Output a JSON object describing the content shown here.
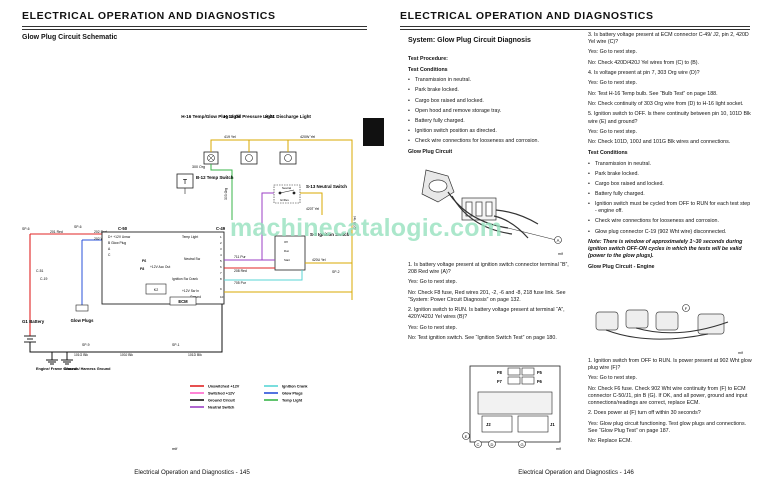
{
  "header": {
    "left_title": "ELECTRICAL   OPERATION AND DIAGNOSTICS",
    "right_title": "ELECTRICAL   OPERATION AND DIAGNOSTICS"
  },
  "left": {
    "section_title": "Glow Plug Circuit Schematic",
    "footer": "Electrical   Operation and Diagnostics - 145",
    "schematic": {
      "indicators": [
        "H-16 Temp/Glow Plug Light",
        "H-18 Oil Pressure Light",
        "H-31 Discharge Light"
      ],
      "wires_top": [
        "419 Yel",
        "420W Yel",
        "300 Org",
        "420T Yel",
        "420R Yel",
        "420U Yel",
        "303 Org"
      ],
      "b12": "B-12 Temp Switch",
      "s13": "S-13 Neutral Switch",
      "s3": "S-3 Ignition Switch",
      "s3_positions": [
        "Off",
        "Run",
        "Start"
      ],
      "s13_labels": [
        "Neutral",
        "Gr/Rev"
      ],
      "c50": "C-50",
      "c49": "C-49",
      "sp6": "SP-6",
      "sp2": "SP-2",
      "c51": "C-51",
      "c19": "C-19",
      "f6": "F6",
      "f8": "F8",
      "wires_left": [
        "201 Red",
        "202 Red",
        "202 Wht",
        "208 Red",
        "711 Pur",
        "705 Pur"
      ],
      "ecm_pins_left": [
        "D+ +12V Unsw",
        "B Glow Plug",
        "A",
        "C"
      ],
      "ecm_funcs": [
        "Temp Light",
        "Neutral Sw",
        "+12V Acc Out",
        "Ignition Sw Crank",
        "+12V Sw In",
        "Ground"
      ],
      "ecm_pin_numbers": [
        "1",
        "2",
        "3",
        "4",
        "5",
        "6",
        "7",
        "8",
        "9",
        "10"
      ],
      "ecm_label": "ECM",
      "k2": "K2",
      "glow_plugs": "Glow Plugs",
      "battery": "G1 Battery",
      "ground_labels": [
        "Engine/ Frame Ground",
        "Chassis/ Harness Ground"
      ],
      "sp_bottom": [
        "SP-9",
        "SP-1"
      ],
      "wires_bottom": [
        "101G Blk",
        "100J Blk",
        "101D Blk"
      ],
      "legend": [
        {
          "label": "Unswitched +12V",
          "color": "#e02424"
        },
        {
          "label": "Switched +12V",
          "color": "#ff66cc"
        },
        {
          "label": "Ground Circuit",
          "color": "#111111"
        },
        {
          "label": "Neutral Switch",
          "color": "#9b3fc4"
        },
        {
          "label": "Ignition Crank",
          "color": "#58d6d6"
        },
        {
          "label": "Glow Plugs",
          "color": "#2850d8"
        },
        {
          "label": "Temp Light",
          "color": "#39b54a"
        }
      ],
      "mif": "mif"
    }
  },
  "right": {
    "section_title": "System: Glow Plug Circuit Diagnosis",
    "footer": "Electrical   Operation and Diagnostics - 146",
    "left_col": {
      "test_procedure": "Test Procedure:",
      "test_conditions": "Test Conditions",
      "conditions": [
        "Transmission in neutral.",
        "Park brake locked.",
        "Cargo box raised and locked.",
        "Open hood and remove storage tray.",
        "Battery fully charged.",
        "Ignition switch position as directed.",
        "Check wire connections for looseness and corrosion."
      ],
      "glow_plug_circuit": "Glow Plug Circuit",
      "figure_label": "A",
      "mif": "mif",
      "steps": [
        "1. Is battery voltage present at ignition switch connector terminal “B”, 208 Red wire (A)?",
        "Yes: Go to next step.",
        "No: Check F8 fuse, Red wires 201, -2, -6 and -8, 218 fuse link. See “System: Power Circuit Diagnosis” on page 132.",
        "2. Ignition switch to RUN. Is battery voltage present at terminal “A”, 420Y/420J Yel wires (B)?",
        "Yes: Go to next step.",
        "No: Test ignition switch. See “Ignition Switch Test” on page 180."
      ]
    },
    "right_col": {
      "items_top": [
        "3. Is battery voltage present at ECM connector C-49/ J2, pin 2, 420D Yel wire (C)?",
        "Yes: Go to next step.",
        "No: Check 420D/420J Yel wires from (C) to (B).",
        "4. Is voltage present at pin 7, 303 Org wire (D)?",
        "Yes: Go to next step.",
        "No: Test H-16 Temp bulb. See “Bulb Test” on page 188.",
        "No: Check continuity of 303 Org wire from (D) to H-16 light socket.",
        "5. Ignition switch to OFF. Is there continuity between pin 10, 101D Blk wire (E) and ground?",
        "Yes: Go to next step.",
        "No: Check 101D, 100J and 101G Blk wires and connections."
      ],
      "test_conditions": "Test Conditions",
      "conditions": [
        "Transmission in neutral.",
        "Park brake locked.",
        "Cargo box raised and locked.",
        "Battery fully charged.",
        "Ignition switch must be cycled from OFF to RUN for each test step - engine off.",
        "Check wire connections for looseness and corrosion.",
        "Glow plug connector C-19 (902 Wht wire) disconnected."
      ],
      "note": "Note: There is window of approximately 1~30 seconds during ignition switch OFF-ON cycles in which the tests will be valid (power to the glow plugs).",
      "engine_circuit": "Glow Plug Circuit - Engine",
      "figure_label": "F",
      "mif": "mif",
      "items_bottom": [
        "1. Ignition switch from OFF to RUN. Is power present at 902 Wht glow plug wire (F)?",
        "Yes: Go to next step.",
        "No: Check F6 fuse. Check 902 Wht wire continuity from (F) to ECM connector C-50/J1, pin B (G). If OK, and all power, ground and input connections/readings are correct, replace ECM.",
        "2. Does power at (F) turn off within 30 seconds?",
        "Yes: Glow plug circuit functioning. Test glow plugs and connections. See “Glow Plug Test” on page 187.",
        "No: Replace ECM."
      ]
    },
    "fuse_labels": [
      "F8",
      "F5",
      "F7",
      "F6"
    ],
    "connector_labels": [
      "J2",
      "J1"
    ],
    "callouts": [
      "C",
      "D",
      "E",
      "G"
    ],
    "mif": "mif"
  },
  "watermark": "machinecatalogic.com"
}
